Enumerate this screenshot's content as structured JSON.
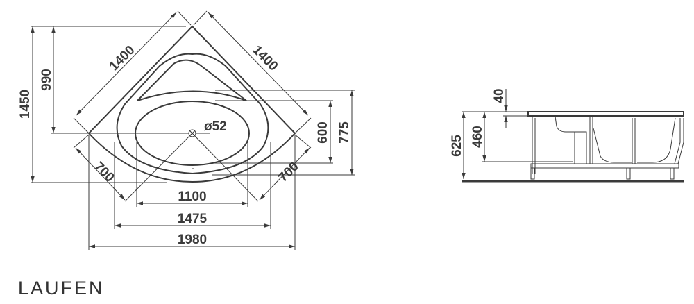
{
  "drawing": {
    "plan_view": {
      "dimensions": {
        "overall_depth": "1450",
        "corner_to_center": "990",
        "side_left": "1400",
        "side_right": "1400",
        "front_left": "700",
        "front_right": "700",
        "basin_width": "1100",
        "inner_width": "1475",
        "overall_width": "1980",
        "basin_depth": "600",
        "inner_depth": "775",
        "drain_diameter": "ø52"
      }
    },
    "side_view": {
      "dimensions": {
        "rim_thickness": "40",
        "basin_height": "460",
        "overall_height": "625"
      }
    }
  },
  "brand": {
    "logo": "LAUFEN"
  },
  "colors": {
    "line": "#3a3a3a"
  }
}
